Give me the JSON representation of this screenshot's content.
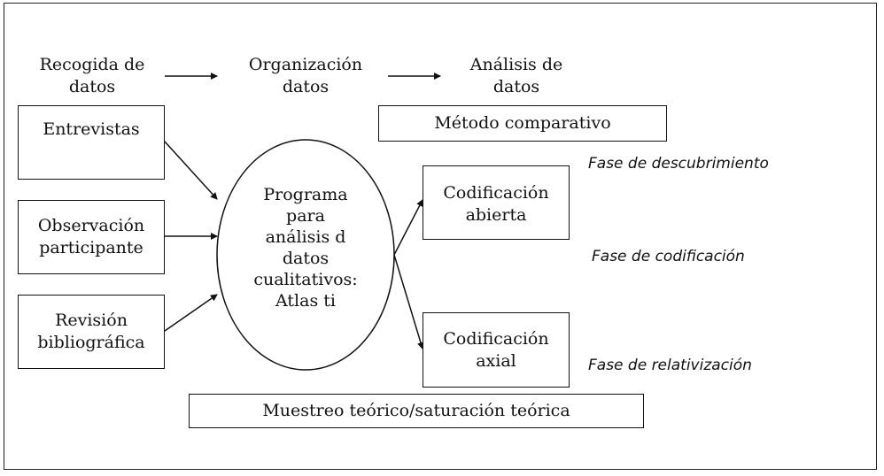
{
  "headers": {
    "recogida": "Recogida de\ndatos",
    "organizacion": "Organización\ndatos",
    "analisis": "Análisis de\ndatos"
  },
  "inputs": {
    "entrevistas": "Entrevistas",
    "observacion": "Observación\nparticipante",
    "revision": "Revisión\nbibliográfica"
  },
  "center": "Programa\npara\nanálisis d\ndatos\ncualitativos:\nAtlas ti",
  "metodo": "Método comparativo",
  "codificacion_abierta": "Codificación\nabierta",
  "codificacion_axial": "Codificación\naxial",
  "muestreo": "Muestreo teórico/saturación teórica",
  "phases": {
    "descubrimiento": "Fase de descubrimiento",
    "codificacion": "Fase de codificación",
    "relativizacion": "Fase de relativización"
  }
}
